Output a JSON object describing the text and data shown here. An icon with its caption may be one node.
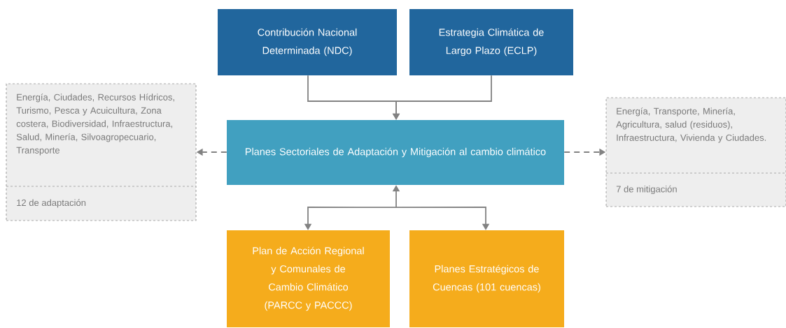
{
  "diagram": {
    "nodes": [
      {
        "text": [
          "Contribución Nacional Determinada (NDC)"
        ]
      },
      {
        "text": [
          "Estrategia Climática de Largo Plazo (ECLP)"
        ]
      },
      {
        "text": [
          "Planes Sectoriales de Adaptación y Mitigación al cambio climático"
        ]
      },
      {
        "text": [
          "Energía, Ciudades, Recursos Hídricos, Turismo, Pesca y Acuicultura, Zona costera, Biodiversidad, Infraestructura, Salud, Minería, Silvoagropecuario, Transporte",
          "12 de adaptación"
        ]
      },
      {
        "text": [
          "Energía, Transporte, Minería, Agricultura, salud (residuos), Infraestructura, Vivienda y Ciudades.",
          "7 de mitigación"
        ]
      },
      {
        "text": [
          "Plan de Acción Regional y Comunales de Cambio Climático (PARCC y PACCC)"
        ]
      },
      {
        "text": [
          "Planes Estratégicos de Cuencas (101 cuencas)"
        ]
      }
    ],
    "edges": [
      {
        "from": 0,
        "to": 2,
        "arrow": "to"
      },
      {
        "from": 1,
        "to": 2,
        "arrow": "to"
      },
      {
        "from": 2,
        "to": 3,
        "arrow": "to",
        "style": "dashed"
      },
      {
        "from": 2,
        "to": 4,
        "arrow": "to",
        "style": "dashed"
      },
      {
        "from": 2,
        "to": 5,
        "arrow": "both"
      },
      {
        "from": 2,
        "to": 6,
        "arrow": "both"
      }
    ]
  }
}
